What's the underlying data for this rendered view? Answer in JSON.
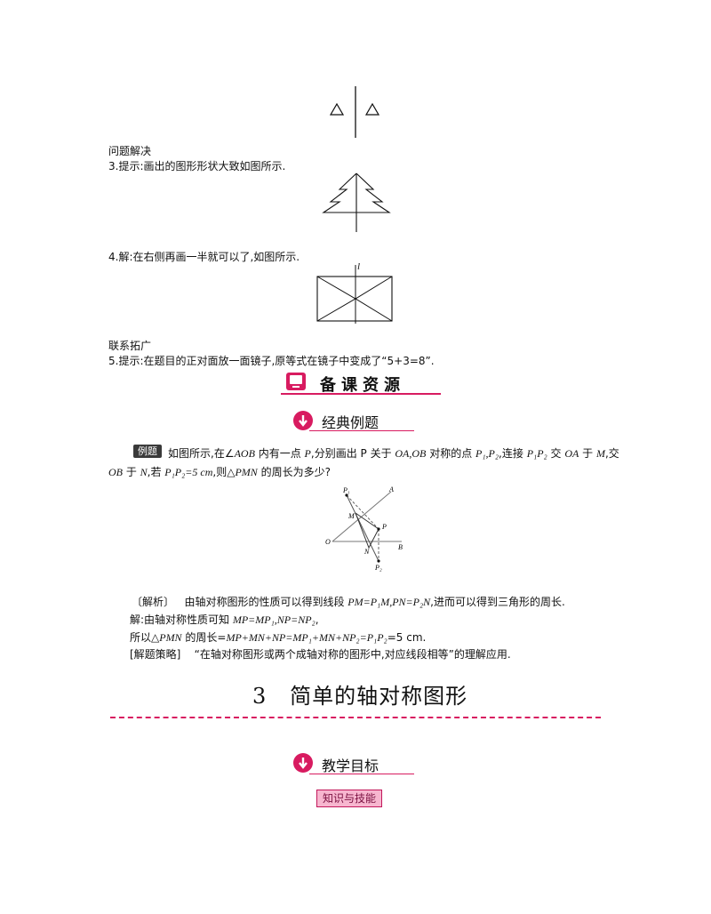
{
  "section_problem": "问题解决",
  "item3": "3.提示:画出的图形形状大致如图所示.",
  "item4": "4.解:在右侧再画一半就可以了,如图所示.",
  "fig4_label": "l",
  "section_link": "联系拓广",
  "item5": "5.提示:在题目的正对面放一面镜子,原等式在镜子中变成了“5+3=8”.",
  "banner_title": "备课资源",
  "subhead_examples": "经典例题",
  "example_tag": "例题",
  "example": {
    "line1_a": "如图所示,在∠",
    "aob": "AOB",
    "line1_b": " 内有一点 ",
    "p1": "P",
    "line1_c": ",分别画出 P 关于 ",
    "oaob": "OA,OB",
    "line1_d": " 对称的点 ",
    "p1p2": "P₁,P₂",
    "line1_e": ",连接 ",
    "p1p2b": "P₁P₂",
    "line1_f": " 交 ",
    "oa": "OA",
    "line1_g": " 于 ",
    "m": "M",
    "line1_h": ",交",
    "ob": "OB",
    "line2_a": " 于 ",
    "n": "N",
    "line2_b": ",若 ",
    "eq": "P₁P₂=5 cm",
    "line2_c": ",则△",
    "pmn": "PMN",
    "line2_d": " 的周长为多少?"
  },
  "diagram_labels": {
    "P1": "P₁",
    "A": "A",
    "M": "M",
    "P": "P",
    "O": "O",
    "B": "B",
    "N": "N",
    "P2": "P₂"
  },
  "analysis_label": "〔解析〕",
  "analysis_a": "由轴对称图形的性质可以得到线段 ",
  "analysis_eq": "PM=P₁M,PN=P₂N",
  "analysis_b": ",进而可以得到三角形的周长.",
  "solution_a": "解:由轴对称性质可知 ",
  "solution_eq": "MP=MP₁,NP=NP₂",
  "solution_b": ",",
  "therefore_a": "所以△",
  "therefore_pmn": "PMN",
  "therefore_b": " 的周长=",
  "therefore_eq": "MP+MN+NP=MP₁+MN+NP₂=P₁P₂",
  "therefore_c": "=5 cm.",
  "strategy_label": "[解题策略]",
  "strategy_text": "“在轴对称图形或两个成轴对称的图形中,对应线段相等”的理解应用.",
  "section_number": "3",
  "section_title": "简单的轴对称图形",
  "subhead_goals": "教学目标",
  "skill_tag": "知识与技能",
  "colors": {
    "accent": "#d81b60",
    "pink_light": "#f7b6cf",
    "dark": "#111111"
  }
}
